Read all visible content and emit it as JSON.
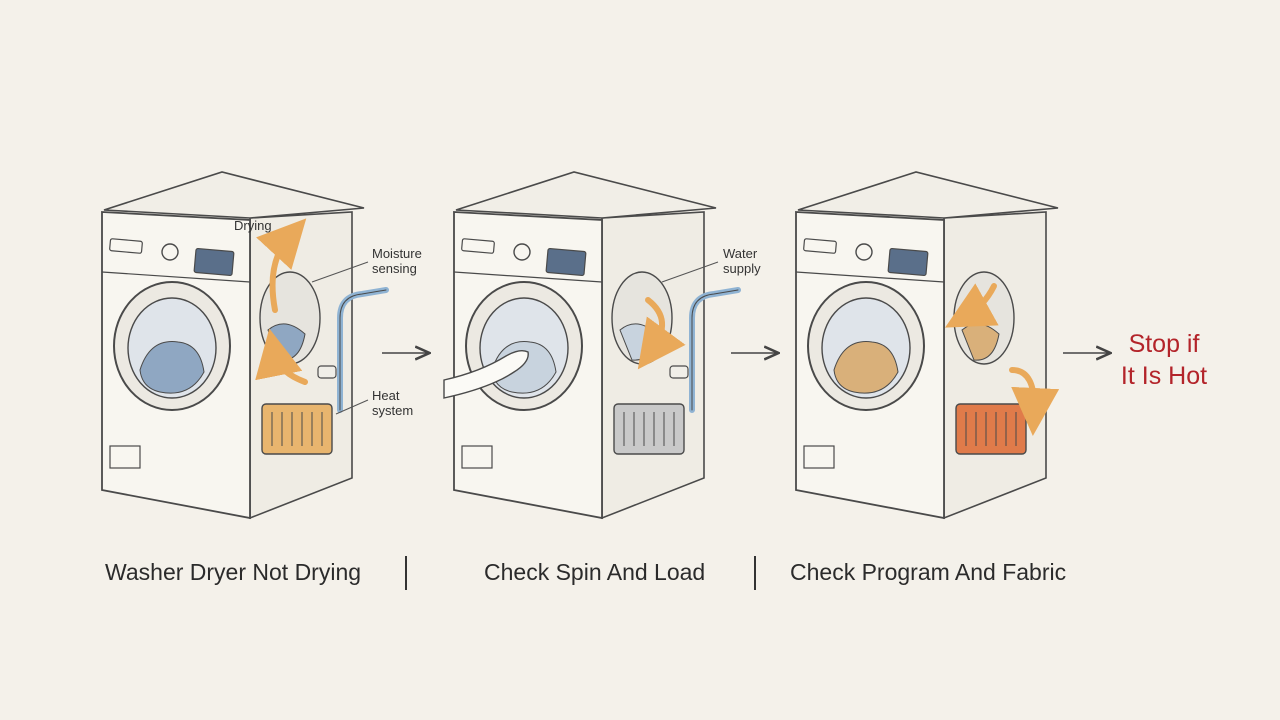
{
  "steps": [
    {
      "caption": "Washer Dryer Not Drying",
      "labels": [
        "Drying",
        "Moisture\nsensing",
        "Heat\nsystem"
      ]
    },
    {
      "caption": "Check Spin And Load",
      "labels": [
        "Water\nsupply"
      ]
    },
    {
      "caption": "Check Program And Fabric",
      "labels": []
    }
  ],
  "warning": {
    "line1": "Stop if",
    "line2": "It Is Hot"
  },
  "colors": {
    "background": "#f4f1ea",
    "machine": "#f8f6f0",
    "outline": "#4a4a4a",
    "arrow_orange": "#e9a95a",
    "warning_red": "#b3242a",
    "pipe_blue": "#8fb3d3"
  }
}
